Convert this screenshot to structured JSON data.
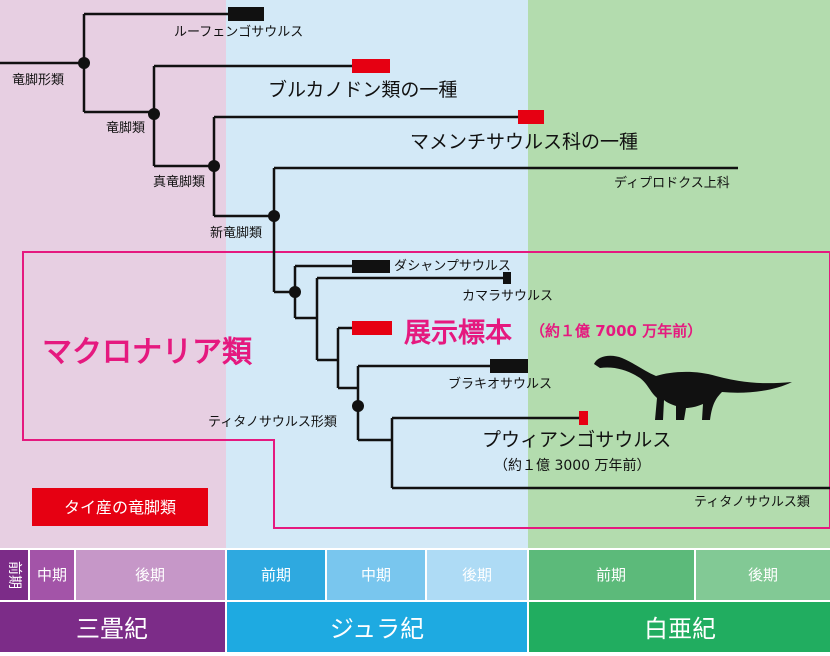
{
  "colors": {
    "triassic_bg": "#e7cfe2",
    "jurassic_bg": "#d3e9f7",
    "cretaceous_bg": "#b3dcae",
    "highlight": "#e5197f",
    "fossil_red": "#e60012",
    "range_black": "#111111",
    "triassic_dark": "#7c2c88",
    "jurassic_dark": "#1eaae1",
    "cretaceous_dark": "#21ad60"
  },
  "clades": {
    "sauropodomorpha": "竜脚形類",
    "sauropoda": "竜脚類",
    "eusauropoda": "真竜脚類",
    "neosauropoda": "新竜脚類",
    "titanosauriformes": "ティタノサウルス形類"
  },
  "taxa": {
    "lufengosaurus": "ルーフェンゴサウルス",
    "bulkanodon": "ブルカノドン類の一種",
    "mamenchisaurid": "マメンチサウルス科の一種",
    "diplodocoidea": "ディプロドクス上科",
    "dashanpusaurus": "ダシャンプサウルス",
    "camarasaurus": "カマラサウルス",
    "specimen": "展示標本",
    "specimen_age": "（約１億 7000 万年前）",
    "brachiosaurus": "ブラキオサウルス",
    "phuwiangosaurus": "プウィアンゴサウルス",
    "phuwiangosaurus_age": "（約１億 3000 万年前）",
    "titanosauria": "ティタノサウルス類"
  },
  "labels": {
    "macronaria": "マクロナリア類",
    "legend": "タイ産の竜脚類"
  },
  "timeline": {
    "epochs": [
      "前期",
      "中期",
      "後期",
      "前期",
      "中期",
      "後期",
      "前期",
      "後期"
    ],
    "periods": [
      "三畳紀",
      "ジュラ紀",
      "白亜紀"
    ]
  }
}
